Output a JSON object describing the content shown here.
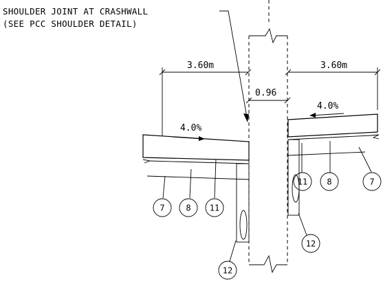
{
  "notes": {
    "line1": "SHOULDER JOINT AT CRASHWALL",
    "line2": "(SEE PCC SHOULDER DETAIL)"
  },
  "dimensions": {
    "left_width": "3.60m",
    "right_width": "3.60m",
    "center_width": "0.96"
  },
  "slopes": {
    "left": "4.0%",
    "right": "4.0%"
  },
  "callouts": {
    "left": [
      "7",
      "8",
      "11"
    ],
    "left_bottom": "12",
    "right": [
      "11",
      "8",
      "7"
    ],
    "right_bottom": "12"
  }
}
